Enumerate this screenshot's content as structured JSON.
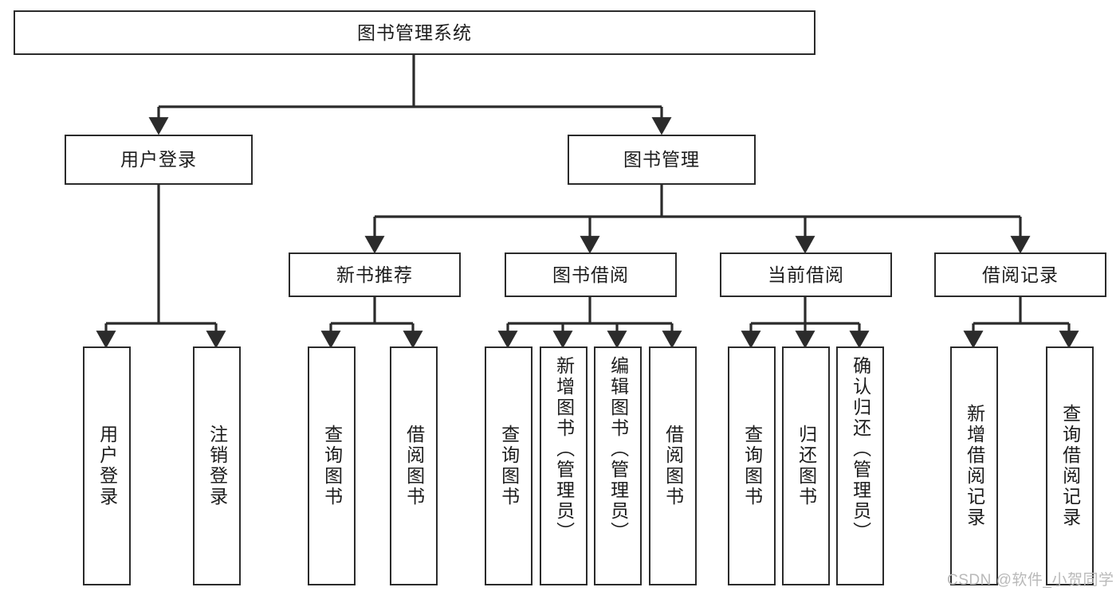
{
  "diagram": {
    "type": "tree-hierarchy-chart",
    "title": "图书管理系统",
    "root": {
      "id": "root",
      "label": "图书管理系统"
    },
    "level2": [
      {
        "id": "user-login",
        "label": "用户登录"
      },
      {
        "id": "book-manage",
        "label": "图书管理"
      }
    ],
    "level3": [
      {
        "id": "new-book-recommend",
        "label": "新书推荐",
        "parent": "book-manage"
      },
      {
        "id": "book-borrow",
        "label": "图书借阅",
        "parent": "book-manage"
      },
      {
        "id": "current-borrow",
        "label": "当前借阅",
        "parent": "book-manage"
      },
      {
        "id": "borrow-record",
        "label": "借阅记录",
        "parent": "book-manage"
      }
    ],
    "leaves": [
      {
        "id": "leaf-user-login",
        "label": "用户登录",
        "parent": "user-login"
      },
      {
        "id": "leaf-logout-login",
        "label": "注销登录",
        "parent": "user-login"
      },
      {
        "id": "leaf-query-book-1",
        "label": "查询图书",
        "parent": "new-book-recommend"
      },
      {
        "id": "leaf-borrow-book-1",
        "label": "借阅图书",
        "parent": "new-book-recommend"
      },
      {
        "id": "leaf-query-book-2",
        "label": "查询图书",
        "parent": "book-borrow"
      },
      {
        "id": "leaf-add-book",
        "label": "新增图书（管理员）",
        "parent": "book-borrow"
      },
      {
        "id": "leaf-edit-book",
        "label": "编辑图书（管理员）",
        "parent": "book-borrow"
      },
      {
        "id": "leaf-borrow-book-2",
        "label": "借阅图书",
        "parent": "book-borrow"
      },
      {
        "id": "leaf-query-book-3",
        "label": "查询图书",
        "parent": "current-borrow"
      },
      {
        "id": "leaf-return-book",
        "label": "归还图书",
        "parent": "current-borrow"
      },
      {
        "id": "leaf-confirm-return",
        "label": "确认归还（管理员）",
        "parent": "current-borrow"
      },
      {
        "id": "leaf-add-record",
        "label": "新增借阅记录",
        "parent": "borrow-record"
      },
      {
        "id": "leaf-query-record",
        "label": "查询借阅记录",
        "parent": "borrow-record"
      }
    ],
    "colors": {
      "stroke": "#2b2b2b",
      "fill": "#ffffff",
      "text": "#1c1c1c",
      "watermark": "#b9b9b9"
    }
  },
  "watermark": {
    "text": "CSDN @软件_小贺同学"
  }
}
